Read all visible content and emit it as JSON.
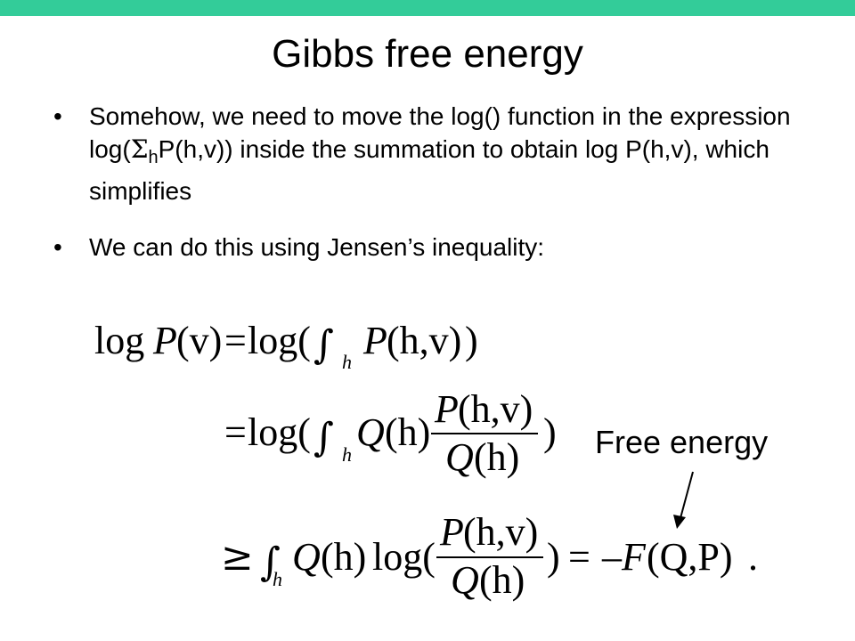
{
  "colors": {
    "top_bar": "#33cc99",
    "text": "#000000"
  },
  "slide": {
    "title": "Gibbs free energy",
    "bullet1": {
      "before": "Somehow, we need to move the log() function in the expression log(",
      "sigma": "Σ",
      "subscript": "h",
      "after": "P(h,v)) inside the summation to obtain log P(h,v), which simplifies"
    },
    "bullet2": "We can do this using Jensen’s inequality:",
    "annotation": "Free energy"
  },
  "equations": {
    "line1": {
      "lhs_log": "log",
      "lhs_P": "P",
      "lhs_arg": "(v)",
      "eq": "=",
      "log": "log(",
      "integral": "∫",
      "sub": "h",
      "P": "P",
      "arg": "(h,v)",
      "close": ")"
    },
    "line2": {
      "eq": "=",
      "log": "log(",
      "integral": "∫",
      "sub": "h",
      "Q": "Q",
      "Qarg": "(h)",
      "numP": "P",
      "numArg": "(h,v)",
      "denQ": "Q",
      "denArg": "(h)",
      "close": ")"
    },
    "line3": {
      "ge": "≥",
      "integral": "∫",
      "sub": "h",
      "Q": "Q",
      "Qarg": "(h)",
      "log": "log(",
      "numP": "P",
      "numArg": "(h,v)",
      "denQ": "Q",
      "denArg": "(h)",
      "close": ")",
      "eq": "=",
      "minus": "–",
      "F": "F",
      "Farg": "(Q,P)",
      "period": "."
    }
  }
}
